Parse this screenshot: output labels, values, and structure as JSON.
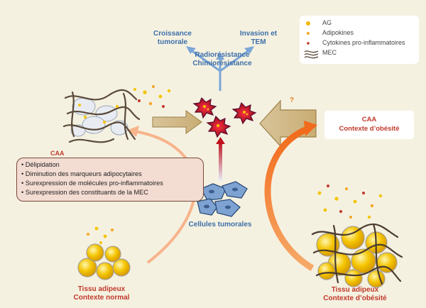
{
  "legend": {
    "items": [
      {
        "label": "AG",
        "icon": "yellow-dot-icon",
        "color": "#f2b705"
      },
      {
        "label": "Adipokines",
        "icon": "orange-dot-icon",
        "color": "#f5a623"
      },
      {
        "label": "Cytokines pro-inflammatoires",
        "icon": "red-dot-icon",
        "color": "#c0392b"
      },
      {
        "label": "MEC",
        "icon": "wavy-lines-icon",
        "color": "#5a4a3a"
      }
    ]
  },
  "top_labels": {
    "growth": [
      "Croissance",
      "tumorale"
    ],
    "invasion": [
      "Invasion et",
      "TEM"
    ],
    "resistance": [
      "Radiorésistance",
      "Chimiorésistance"
    ]
  },
  "tumor_label": "Cellules tumorales",
  "question_mark": "?",
  "caa_left": {
    "title": "CAA",
    "bullets": [
      "Délipidation",
      "Diminution des marqueurs adipocytaires",
      "Surexpression de molécules pro-inflammatoires",
      "Surexpression des constituants de la MEC"
    ]
  },
  "caa_right": {
    "line1": "CAA",
    "line2": "Contexte d’obésité"
  },
  "normal_tissue": [
    "Tissu adipeux",
    "Contexte normal"
  ],
  "obese_tissue": [
    "Tissu adipeux",
    "Contexte d’obésité"
  ],
  "colors": {
    "background": "#f5f1e1",
    "blue_text": "#3d6fa8",
    "red_text": "#c0392b",
    "adipocyte": "#f2c200",
    "tumor": "#d1102a",
    "box_fill": "#f3dcd2"
  }
}
